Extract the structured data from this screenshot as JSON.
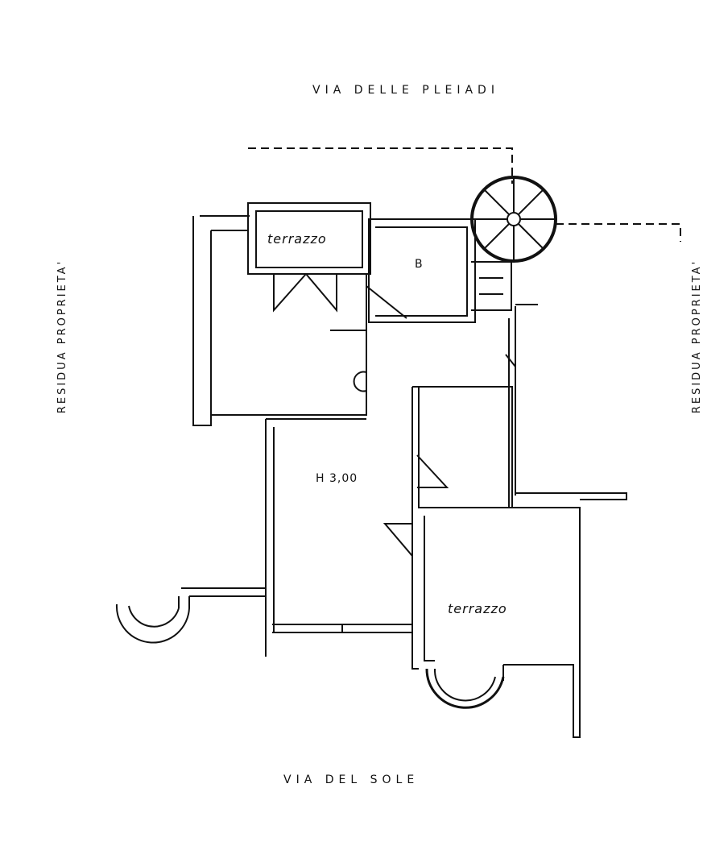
{
  "streets": {
    "top": "VIA DELLE PLEIADI",
    "bottom": "VIA DEL SOLE"
  },
  "sides": {
    "left": "RESIDUA PROPRIETA'",
    "right": "RESIDUA PROPRIETA'"
  },
  "rooms": {
    "terrace_top": "terrazzo",
    "bath": "B",
    "height": "H 3,00",
    "terrace_bottom": "terrazzo"
  }
}
